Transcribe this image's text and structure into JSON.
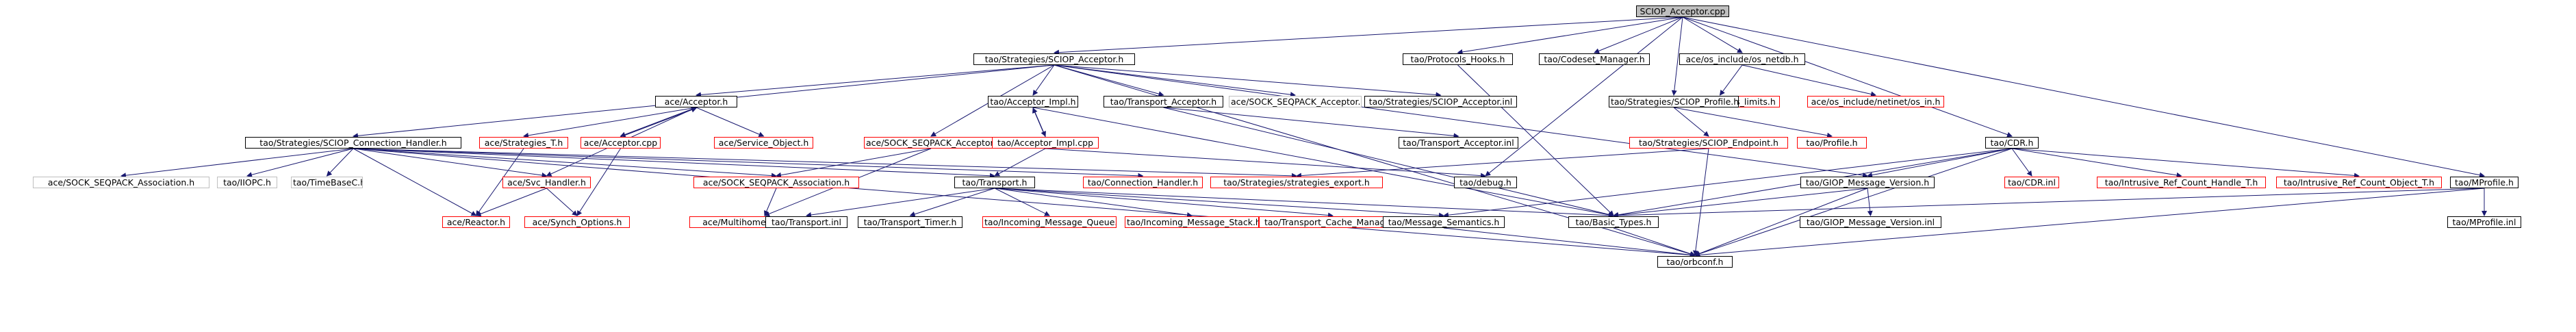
{
  "colors": {
    "edge": "#191970",
    "root_fill": "#bfbfbf",
    "node_border": "#000000",
    "missing_border": "#ff0000",
    "external_border": "#bfbfbf"
  },
  "nodes": [
    {
      "id": "n0",
      "label": "SCIOP_Acceptor.cpp",
      "style": "root"
    },
    {
      "id": "n1",
      "label": "tao/Strategies/SCIOP_Acceptor.h",
      "style": "normal"
    },
    {
      "id": "n2",
      "label": "tao/Protocols_Hooks.h",
      "style": "normal"
    },
    {
      "id": "n3",
      "label": "tao/Codeset_Manager.h",
      "style": "normal"
    },
    {
      "id": "n4",
      "label": "ace/os_include/os_netdb.h",
      "style": "normal"
    },
    {
      "id": "n5",
      "label": "ace/os_include/os_limits.h",
      "style": "red"
    },
    {
      "id": "n6",
      "label": "ace/os_include/netinet/os_in.h",
      "style": "red"
    },
    {
      "id": "n7",
      "label": "ace/Acceptor.h",
      "style": "normal"
    },
    {
      "id": "n8",
      "label": "tao/Acceptor_Impl.h",
      "style": "normal"
    },
    {
      "id": "n9",
      "label": "tao/Transport_Acceptor.h",
      "style": "normal"
    },
    {
      "id": "n10",
      "label": "ace/SOCK_SEQPACK_Acceptor.h",
      "style": "gray"
    },
    {
      "id": "n11",
      "label": "tao/Strategies/SCIOP_Acceptor.inl",
      "style": "normal"
    },
    {
      "id": "n12",
      "label": "tao/Strategies/SCIOP_Profile.h",
      "style": "normal"
    },
    {
      "id": "n13",
      "label": "ace/Strategies_T.h",
      "style": "red"
    },
    {
      "id": "n14",
      "label": "ace/Acceptor.cpp",
      "style": "red"
    },
    {
      "id": "n15",
      "label": "ace/Service_Object.h",
      "style": "red"
    },
    {
      "id": "n16",
      "label": "ace/SOCK_SEQPACK_Acceptor.h",
      "style": "red"
    },
    {
      "id": "n17",
      "label": "tao/Acceptor_Impl.cpp",
      "style": "red"
    },
    {
      "id": "n18",
      "label": "tao/Transport_Acceptor.inl",
      "style": "normal"
    },
    {
      "id": "n19",
      "label": "tao/Strategies/SCIOP_Endpoint.h",
      "style": "red"
    },
    {
      "id": "n20",
      "label": "tao/Profile.h",
      "style": "red"
    },
    {
      "id": "n21",
      "label": "tao/CDR.h",
      "style": "normal"
    },
    {
      "id": "n22",
      "label": "tao/Strategies/SCIOP_Connection_Handler.h",
      "style": "normal"
    },
    {
      "id": "n23",
      "label": "ace/SOCK_SEQPACK_Association.h",
      "style": "gray"
    },
    {
      "id": "n24",
      "label": "tao/IIOPC.h",
      "style": "gray"
    },
    {
      "id": "n25",
      "label": "tao/TimeBaseC.h",
      "style": "gray"
    },
    {
      "id": "n26",
      "label": "ace/Svc_Handler.h",
      "style": "red"
    },
    {
      "id": "n27",
      "label": "ace/SOCK_SEQPACK_Association.h",
      "style": "red"
    },
    {
      "id": "n28",
      "label": "tao/Transport.h",
      "style": "normal"
    },
    {
      "id": "n29",
      "label": "tao/Connection_Handler.h",
      "style": "red"
    },
    {
      "id": "n30",
      "label": "tao/Strategies/strategies_export.h",
      "style": "red"
    },
    {
      "id": "n31",
      "label": "tao/debug.h",
      "style": "normal"
    },
    {
      "id": "n32",
      "label": "tao/GIOP_Message_Version.h",
      "style": "normal"
    },
    {
      "id": "n33",
      "label": "tao/CDR.inl",
      "style": "red"
    },
    {
      "id": "n34",
      "label": "tao/Intrusive_Ref_Count_Handle_T.h",
      "style": "red"
    },
    {
      "id": "n35",
      "label": "tao/Intrusive_Ref_Count_Object_T.h",
      "style": "red"
    },
    {
      "id": "n36",
      "label": "tao/MProfile.h",
      "style": "normal"
    },
    {
      "id": "n37",
      "label": "ace/Reactor.h",
      "style": "red"
    },
    {
      "id": "n38",
      "label": "ace/Synch_Options.h",
      "style": "red"
    },
    {
      "id": "n39",
      "label": "ace/Multihomed_INET_Addr.h",
      "style": "red"
    },
    {
      "id": "n40",
      "label": "tao/Transport.inl",
      "style": "normal"
    },
    {
      "id": "n41",
      "label": "tao/Transport_Timer.h",
      "style": "normal"
    },
    {
      "id": "n42",
      "label": "tao/Incoming_Message_Queue.h",
      "style": "red"
    },
    {
      "id": "n43",
      "label": "tao/Incoming_Message_Stack.h",
      "style": "red"
    },
    {
      "id": "n44",
      "label": "tao/Transport_Cache_Manager.h",
      "style": "red"
    },
    {
      "id": "n45",
      "label": "tao/Message_Semantics.h",
      "style": "normal"
    },
    {
      "id": "n46",
      "label": "tao/Basic_Types.h",
      "style": "normal"
    },
    {
      "id": "n47",
      "label": "tao/GIOP_Message_Version.inl",
      "style": "normal"
    },
    {
      "id": "n48",
      "label": "tao/MProfile.inl",
      "style": "normal"
    },
    {
      "id": "n49",
      "label": "tao/orbconf.h",
      "style": "normal"
    }
  ],
  "edges": [
    [
      "n0",
      "n1"
    ],
    [
      "n0",
      "n2"
    ],
    [
      "n0",
      "n3"
    ],
    [
      "n0",
      "n4"
    ],
    [
      "n0",
      "n12"
    ],
    [
      "n0",
      "n21"
    ],
    [
      "n0",
      "n31"
    ],
    [
      "n0",
      "n36"
    ],
    [
      "n4",
      "n5"
    ],
    [
      "n4",
      "n6"
    ],
    [
      "n1",
      "n7"
    ],
    [
      "n1",
      "n8"
    ],
    [
      "n1",
      "n9"
    ],
    [
      "n1",
      "n10"
    ],
    [
      "n1",
      "n11"
    ],
    [
      "n1",
      "n16"
    ],
    [
      "n1",
      "n22"
    ],
    [
      "n1",
      "n32"
    ],
    [
      "n1",
      "n49"
    ],
    [
      "n7",
      "n13"
    ],
    [
      "n7",
      "n14"
    ],
    [
      "n7",
      "n15"
    ],
    [
      "n7",
      "n26"
    ],
    [
      "n14",
      "n7"
    ],
    [
      "n14",
      "n38"
    ],
    [
      "n13",
      "n37"
    ],
    [
      "n8",
      "n17"
    ],
    [
      "n8",
      "n46"
    ],
    [
      "n17",
      "n8"
    ],
    [
      "n17",
      "n28"
    ],
    [
      "n17",
      "n31"
    ],
    [
      "n9",
      "n18"
    ],
    [
      "n9",
      "n46"
    ],
    [
      "n16",
      "n27"
    ],
    [
      "n16",
      "n39"
    ],
    [
      "n12",
      "n19"
    ],
    [
      "n12",
      "n20"
    ],
    [
      "n19",
      "n30"
    ],
    [
      "n19",
      "n49"
    ],
    [
      "n21",
      "n32"
    ],
    [
      "n21",
      "n33"
    ],
    [
      "n21",
      "n34"
    ],
    [
      "n21",
      "n35"
    ],
    [
      "n21",
      "n45"
    ],
    [
      "n21",
      "n46"
    ],
    [
      "n21",
      "n49"
    ],
    [
      "n22",
      "n23"
    ],
    [
      "n22",
      "n24"
    ],
    [
      "n22",
      "n25"
    ],
    [
      "n22",
      "n26"
    ],
    [
      "n22",
      "n27"
    ],
    [
      "n22",
      "n28"
    ],
    [
      "n22",
      "n29"
    ],
    [
      "n22",
      "n30"
    ],
    [
      "n22",
      "n37"
    ],
    [
      "n22",
      "n49"
    ],
    [
      "n26",
      "n37"
    ],
    [
      "n26",
      "n38"
    ],
    [
      "n27",
      "n39"
    ],
    [
      "n28",
      "n40"
    ],
    [
      "n28",
      "n41"
    ],
    [
      "n28",
      "n42"
    ],
    [
      "n28",
      "n43"
    ],
    [
      "n28",
      "n44"
    ],
    [
      "n28",
      "n45"
    ],
    [
      "n28",
      "n46"
    ],
    [
      "n32",
      "n46"
    ],
    [
      "n32",
      "n47"
    ],
    [
      "n32",
      "n49"
    ],
    [
      "n36",
      "n46"
    ],
    [
      "n36",
      "n48"
    ],
    [
      "n36",
      "n49"
    ],
    [
      "n45",
      "n49"
    ],
    [
      "n46",
      "n49"
    ],
    [
      "n2",
      "n46"
    ]
  ]
}
